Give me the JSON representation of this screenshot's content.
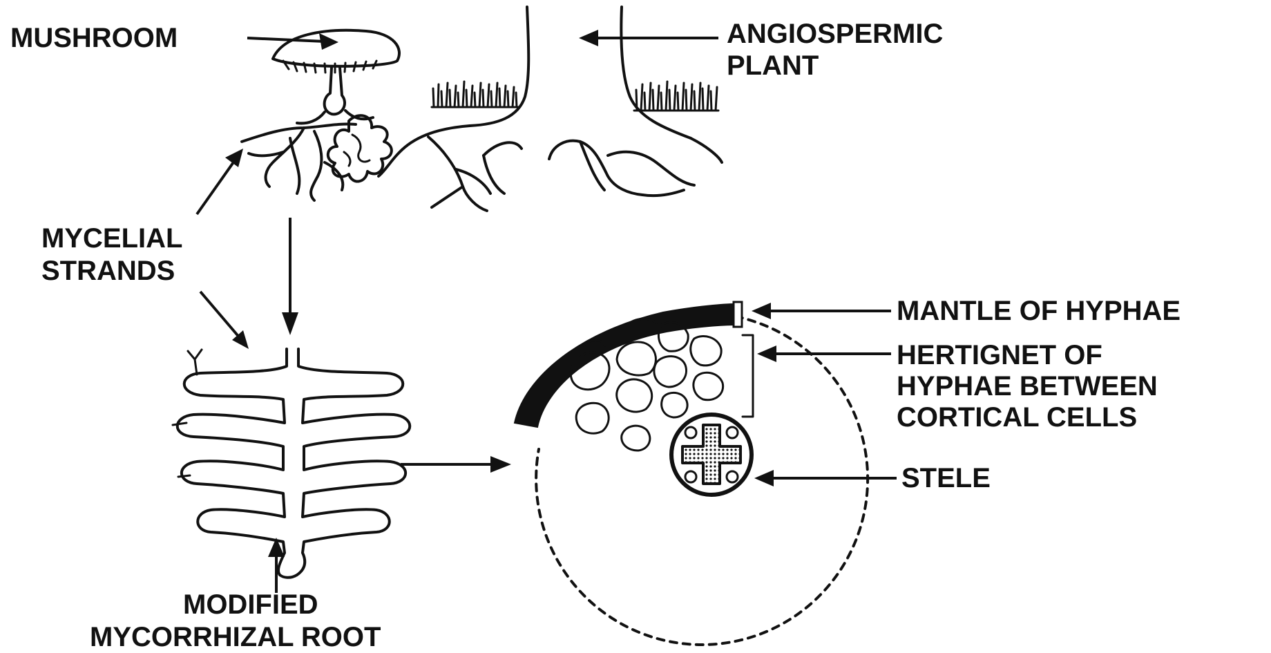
{
  "labels": {
    "mushroom": "MUSHROOM",
    "angiospermic_line1": "ANGIOSPERMIC",
    "angiospermic_line2": "PLANT",
    "mycelial_line1": "MYCELIAL",
    "mycelial_line2": "STRANDS",
    "mantle": "MANTLE OF HYPHAE",
    "hartig_line1": "HERTIGNET OF",
    "hartig_line2": "HYPHAE BETWEEN",
    "hartig_line3": "CORTICAL CELLS",
    "stele": "STELE",
    "modified_line1": "MODIFIED",
    "modified_line2": "MYCORRHIZAL ROOT"
  },
  "colors": {
    "ink": "#111111",
    "background": "#ffffff"
  }
}
